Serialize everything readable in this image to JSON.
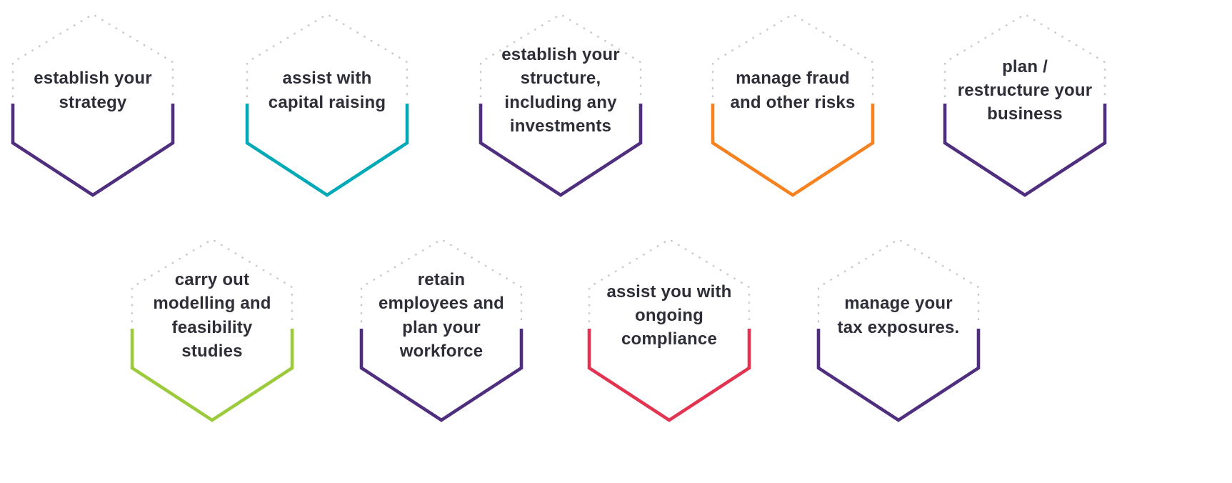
{
  "palette": {
    "dotted": "#c9c9ce",
    "text": "#2e2e38",
    "purple": "#4f2d7f",
    "teal": "#00a9b7",
    "orange": "#f5821f",
    "green": "#9bca3b",
    "red": "#e23350"
  },
  "items": [
    {
      "label": "establish your\nstrategy",
      "color": "#4f2d7f"
    },
    {
      "label": "assist with\ncapital raising",
      "color": "#00a9b7"
    },
    {
      "label": "establish your\nstructure,\nincluding any\ninvestments",
      "color": "#4f2d7f"
    },
    {
      "label": "manage fraud\nand other risks",
      "color": "#f5821f"
    },
    {
      "label": "plan /\nrestructure your\nbusiness",
      "color": "#4f2d7f"
    },
    {
      "label": "carry out\nmodelling and\nfeasibility\nstudies",
      "color": "#9bca3b"
    },
    {
      "label": "retain\nemployees and\nplan your\nworkforce",
      "color": "#4f2d7f"
    },
    {
      "label": "assist you with\nongoing\ncompliance",
      "color": "#e23350"
    },
    {
      "label": "manage your\ntax exposures.",
      "color": "#4f2d7f"
    }
  ]
}
